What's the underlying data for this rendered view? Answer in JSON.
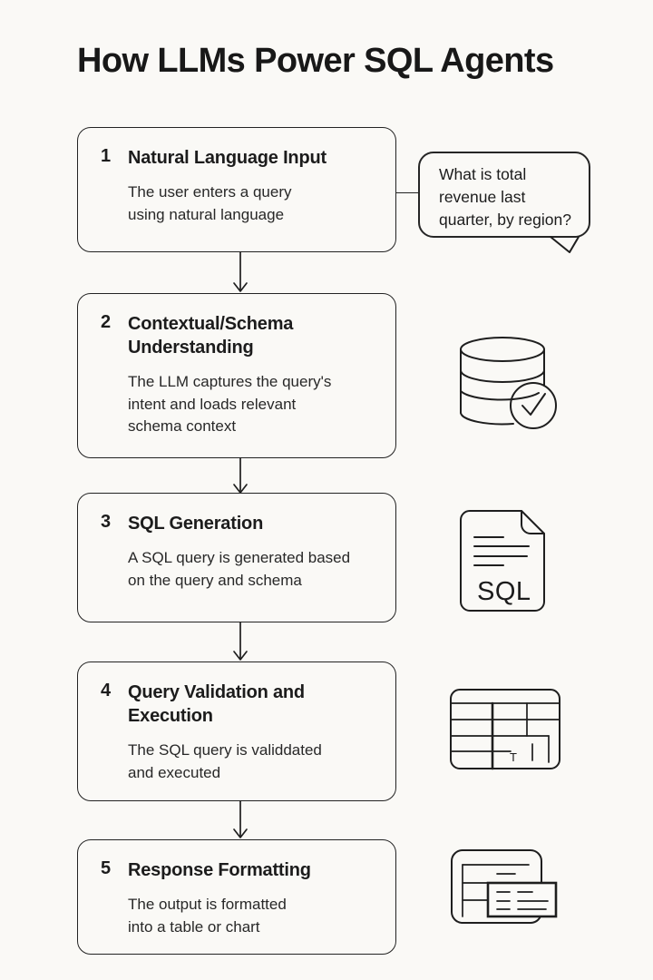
{
  "title": "How LLMs Power SQL Agents",
  "steps": [
    {
      "number": "1",
      "title": "Natural Language Input",
      "description": "The user enters a query\nusing natural language"
    },
    {
      "number": "2",
      "title": "Contextual/Schema\nUnderstanding",
      "description": "The LLM captures the query's\nintent and loads relevant\nschema context"
    },
    {
      "number": "3",
      "title": "SQL Generation",
      "description": "A SQL query is generated based\non the query and schema"
    },
    {
      "number": "4",
      "title": "Query Validation and\nExecution",
      "description": "The SQL query is validdated\nand executed"
    },
    {
      "number": "5",
      "title": "Response Formatting",
      "description": "The output is formatted\ninto a table or chart"
    }
  ],
  "speech_bubble": {
    "text": "What is total\nrevenue last\nquarter, by region?"
  },
  "icons": {
    "speech_bubble": "speech-bubble",
    "database_check": "database-with-checkmark-icon",
    "sql_doc": {
      "name": "sql-document-icon",
      "label": "SQL"
    },
    "table": {
      "name": "results-table-icon",
      "glyph": "T"
    },
    "report": "table-chart-report-icon"
  },
  "colors": {
    "background": "#faf9f6",
    "ink": "#1c1c1c",
    "border": "#232323"
  }
}
